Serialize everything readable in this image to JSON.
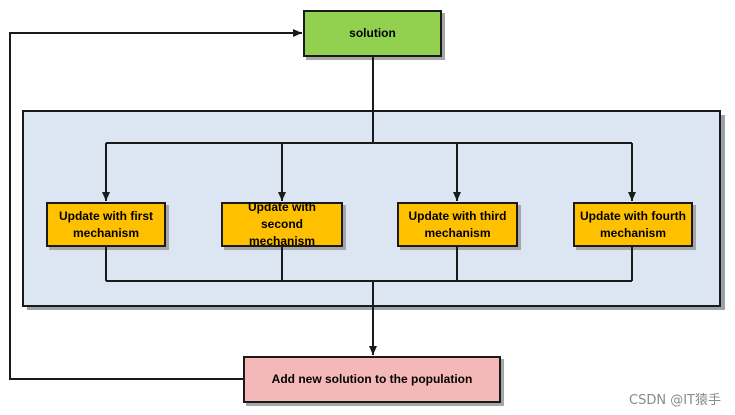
{
  "nodes": {
    "solution": "solution",
    "mechanism_1": "Update with first mechanism",
    "mechanism_2": "Update with second mechanism",
    "mechanism_3": "Update with third mechanism",
    "mechanism_4": "Update with fourth mechanism",
    "add_solution": "Add new solution to the population"
  },
  "watermark": "CSDN @IT猿手",
  "colors": {
    "solution_fill": "#92d050",
    "mechanism_fill": "#ffc000",
    "add_fill": "#f4b8b8",
    "panel_fill": "#dce6f2",
    "stroke": "#1a1a1a"
  }
}
